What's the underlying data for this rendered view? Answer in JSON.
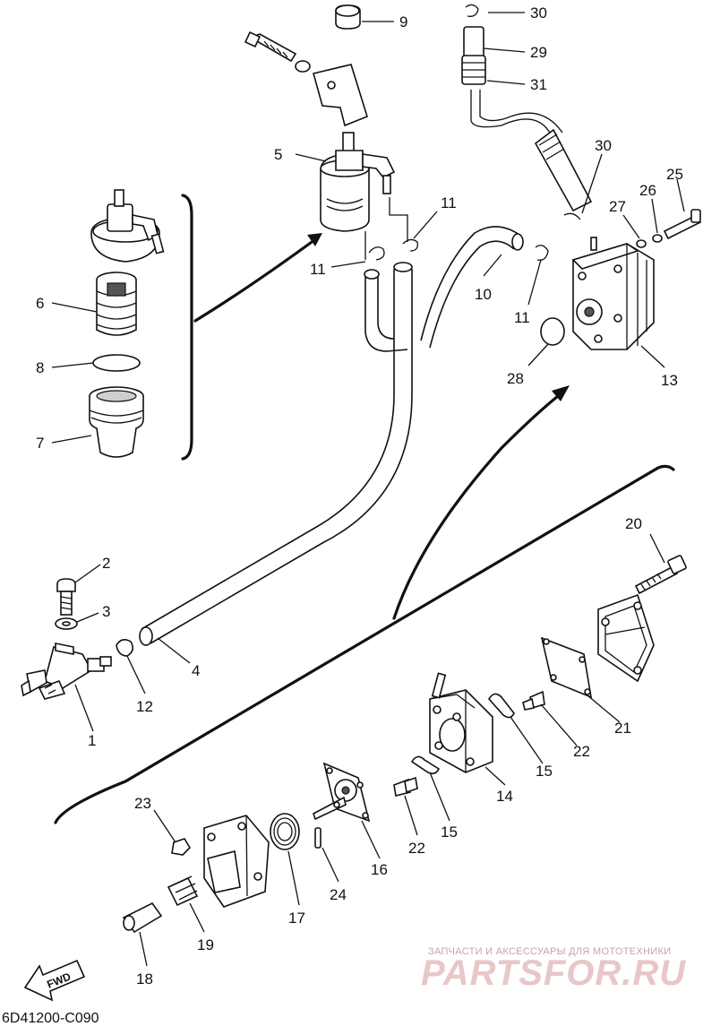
{
  "diagram": {
    "code": "6D41200-C090",
    "direction_label": "FWD",
    "watermark": {
      "tagline": "ЗАПЧАСТИ И АКСЕССУАРЫ ДЛЯ МОТОТЕХНИКИ",
      "brand": "PARTSFOR.RU"
    },
    "callouts": [
      {
        "id": "c-9",
        "label": "9"
      },
      {
        "id": "c-30a",
        "label": "30"
      },
      {
        "id": "c-29",
        "label": "29"
      },
      {
        "id": "c-31",
        "label": "31"
      },
      {
        "id": "c-5",
        "label": "5"
      },
      {
        "id": "c-30b",
        "label": "30"
      },
      {
        "id": "c-11a",
        "label": "11"
      },
      {
        "id": "c-27",
        "label": "27"
      },
      {
        "id": "c-26",
        "label": "26"
      },
      {
        "id": "c-25",
        "label": "25"
      },
      {
        "id": "c-11b",
        "label": "11"
      },
      {
        "id": "c-10",
        "label": "10"
      },
      {
        "id": "c-11c",
        "label": "11"
      },
      {
        "id": "c-6",
        "label": "6"
      },
      {
        "id": "c-8",
        "label": "8"
      },
      {
        "id": "c-28",
        "label": "28"
      },
      {
        "id": "c-13",
        "label": "13"
      },
      {
        "id": "c-7",
        "label": "7"
      },
      {
        "id": "c-20",
        "label": "20"
      },
      {
        "id": "c-2",
        "label": "2"
      },
      {
        "id": "c-3",
        "label": "3"
      },
      {
        "id": "c-4",
        "label": "4"
      },
      {
        "id": "c-12",
        "label": "12"
      },
      {
        "id": "c-1",
        "label": "1"
      },
      {
        "id": "c-21",
        "label": "21"
      },
      {
        "id": "c-22a",
        "label": "22"
      },
      {
        "id": "c-15a",
        "label": "15"
      },
      {
        "id": "c-14",
        "label": "14"
      },
      {
        "id": "c-23",
        "label": "23"
      },
      {
        "id": "c-22b",
        "label": "22"
      },
      {
        "id": "c-15b",
        "label": "15"
      },
      {
        "id": "c-16",
        "label": "16"
      },
      {
        "id": "c-24",
        "label": "24"
      },
      {
        "id": "c-17",
        "label": "17"
      },
      {
        "id": "c-19",
        "label": "19"
      },
      {
        "id": "c-18",
        "label": "18"
      }
    ]
  }
}
